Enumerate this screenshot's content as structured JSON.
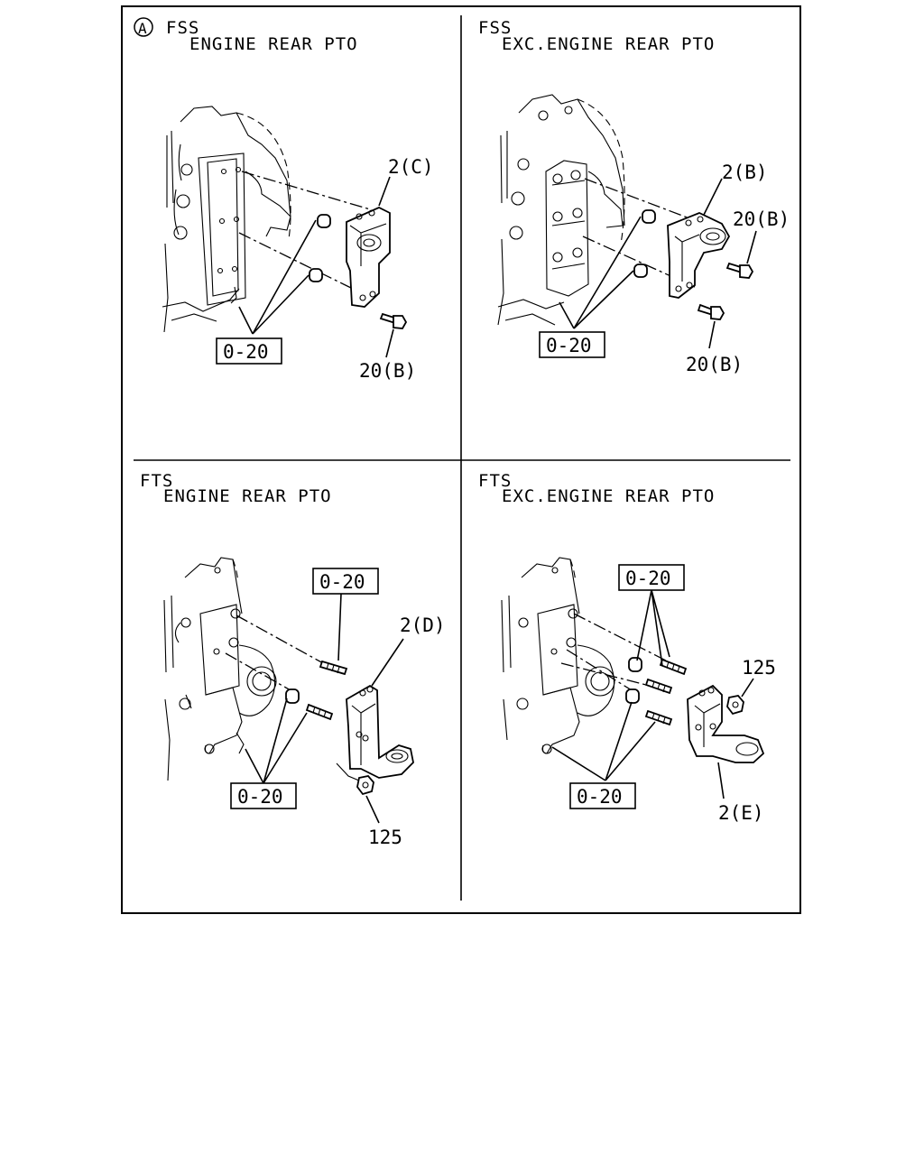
{
  "panels": [
    {
      "marker": "A",
      "model": "FSS",
      "condition": "ENGINE REAR PTO",
      "refs": {
        "main_part": "2(C)",
        "bolt": "20(B)",
        "boxed": "0-20"
      }
    },
    {
      "model": "FSS",
      "condition": "EXC.ENGINE REAR PTO",
      "refs": {
        "main_part": "2(B)",
        "bolt_upper": "20(B)",
        "bolt_lower": "20(B)",
        "boxed": "0-20"
      }
    },
    {
      "model": "FTS",
      "condition": "ENGINE REAR PTO",
      "refs": {
        "main_part": "2(D)",
        "nut": "125",
        "boxed_top": "0-20",
        "boxed_bottom": "0-20"
      }
    },
    {
      "model": "FTS",
      "condition": "EXC.ENGINE REAR PTO",
      "refs": {
        "main_part": "2(E)",
        "nut": "125",
        "boxed_top": "0-20",
        "boxed_bottom": "0-20"
      }
    }
  ]
}
